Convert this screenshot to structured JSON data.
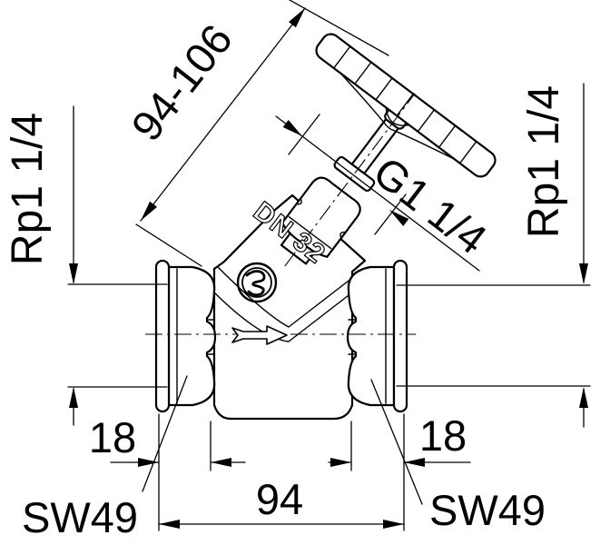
{
  "page": {
    "background": "#ffffff",
    "line_color": "#000000",
    "type": "technical dimension drawing"
  },
  "drawing": {
    "labels": {
      "height_range": "94-106",
      "bonnet_thread": "G1 1/4",
      "left_thread": "Rp1 1/4",
      "right_thread": "Rp1 1/4",
      "nominal_diameter": "DN 32",
      "left_wrench_size": "SW49",
      "right_wrench_size": "SW49",
      "left_end_length": "18",
      "right_end_length": "18",
      "face_to_face": "94"
    }
  }
}
